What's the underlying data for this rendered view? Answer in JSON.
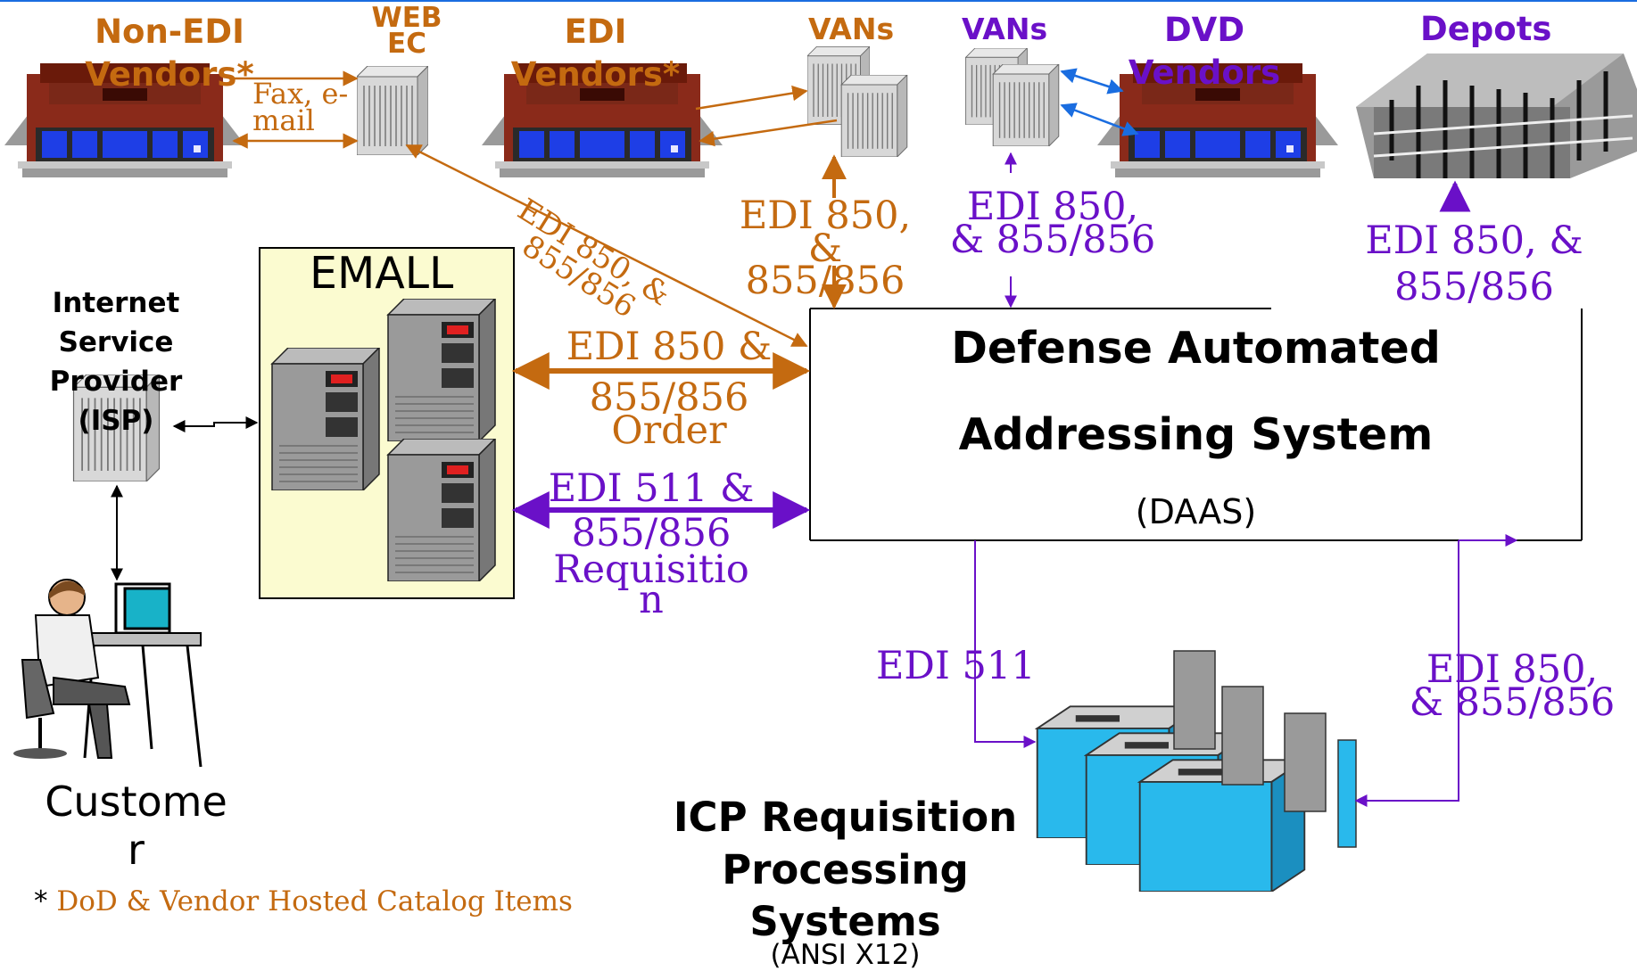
{
  "colors": {
    "orange": "#c46a10",
    "purple": "#6a10c8",
    "blue_arrow": "#1a6de0",
    "frame": "#1a6de0",
    "emall_bg": "#fbfbd0",
    "cabinet": "#29b9ec"
  },
  "entities": {
    "non_edi_vendors": "Non-EDI Vendors*",
    "web_ec": "WEB EC",
    "edi_vendors": "EDI Vendors*",
    "vans_left": "VANs",
    "vans_right": "VANs",
    "dvd_vendors": "DVD Vendors",
    "depots": "Depots",
    "isp": "Internet Service Provider (ISP)",
    "emall": "EMALL",
    "customer": "Custome r",
    "daas_line1": "Defense Automated",
    "daas_line2": "Addressing System",
    "daas_abbr": "(DAAS)",
    "icp_title": "ICP Requisition Processing Systems",
    "icp_sub": "(ANSI X12)"
  },
  "flows": {
    "fax_email": "Fax, e-mail",
    "web_to_daas": "EDI 850, & 855/856",
    "vans_to_daas": "EDI 850, & 855/856",
    "dvd_vans_to_daas": "EDI 850, & 855/856",
    "depots_to_daas": "EDI 850, & 855/856",
    "order_line1": "EDI 850 &",
    "order_line2": "855/856",
    "order_line3": "Order",
    "req_line1": "EDI 511 &",
    "req_line2": "855/856",
    "req_line3": "Requisitio n",
    "daas_to_icp": "EDI 511",
    "icp_to_daas": "EDI 850, & 855/856"
  },
  "footnote": {
    "star": "*",
    "text": "DoD & Vendor Hosted Catalog Items"
  },
  "icons": [
    "storefront-icon",
    "server-rack-icon",
    "tower-server-icon",
    "warehouse-icon",
    "mainframe-icon",
    "person-at-computer-icon"
  ]
}
